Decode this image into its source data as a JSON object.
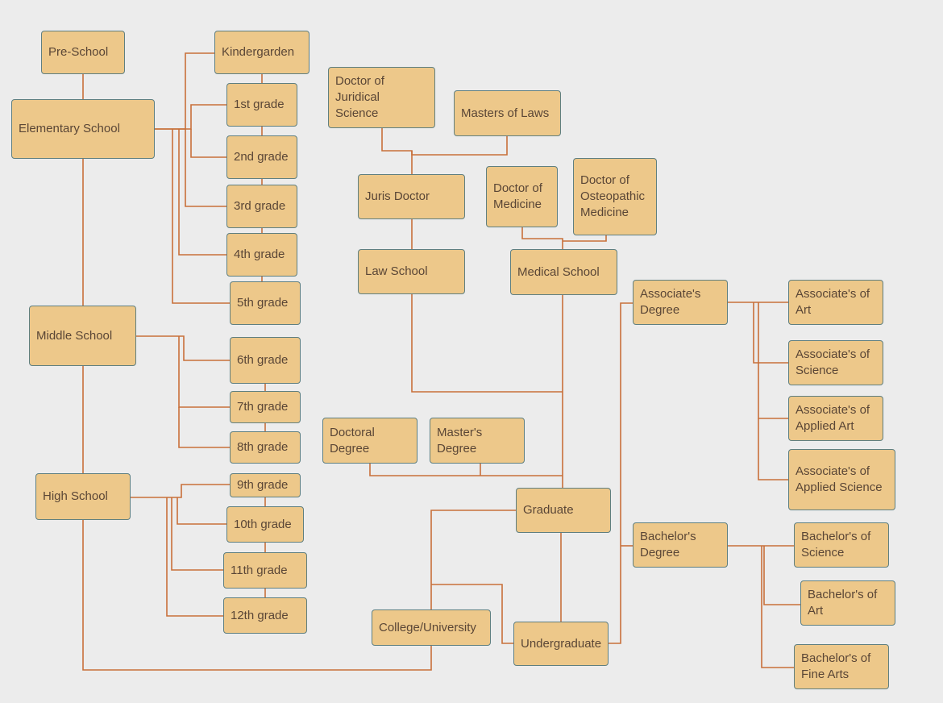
{
  "colors": {
    "background": "#ececec",
    "box_fill": "#edc88a",
    "box_border": "#5f7f80",
    "connector": "#c8703a",
    "text": "#5a4636"
  },
  "nodes": [
    {
      "id": "pre-school",
      "label": "Pre-School"
    },
    {
      "id": "kindergarden",
      "label": "Kindergarden"
    },
    {
      "id": "elementary-school",
      "label": "Elementary School"
    },
    {
      "id": "1st-grade",
      "label": "1st grade"
    },
    {
      "id": "2nd-grade",
      "label": "2nd grade"
    },
    {
      "id": "3rd-grade",
      "label": "3rd grade"
    },
    {
      "id": "4th-grade",
      "label": "4th grade"
    },
    {
      "id": "5th-grade",
      "label": "5th grade"
    },
    {
      "id": "middle-school",
      "label": "Middle School"
    },
    {
      "id": "6th-grade",
      "label": "6th grade"
    },
    {
      "id": "7th-grade",
      "label": "7th grade"
    },
    {
      "id": "8th-grade",
      "label": "8th grade"
    },
    {
      "id": "high-school",
      "label": "High School"
    },
    {
      "id": "9th-grade",
      "label": "9th grade"
    },
    {
      "id": "10th-grade",
      "label": "10th grade"
    },
    {
      "id": "11th-grade",
      "label": "11th grade"
    },
    {
      "id": "12th-grade",
      "label": "12th grade"
    },
    {
      "id": "doctor-of-juridical-science",
      "label": "Doctor of\nJuridical\nScience"
    },
    {
      "id": "masters-of-laws",
      "label": "Masters of Laws"
    },
    {
      "id": "juris-doctor",
      "label": "Juris Doctor"
    },
    {
      "id": "law-school",
      "label": "Law School"
    },
    {
      "id": "doctor-of-medicine",
      "label": "Doctor of\nMedicine"
    },
    {
      "id": "doctor-of-osteopathic-medicine",
      "label": "Doctor of\nOsteopathic\nMedicine"
    },
    {
      "id": "medical-school",
      "label": "Medical School"
    },
    {
      "id": "doctoral-degree",
      "label": "Doctoral\nDegree"
    },
    {
      "id": "masters-degree",
      "label": "Master's\nDegree"
    },
    {
      "id": "graduate",
      "label": "Graduate"
    },
    {
      "id": "college-university",
      "label": "College/University"
    },
    {
      "id": "undergraduate",
      "label": "Undergraduate"
    },
    {
      "id": "associates-degree",
      "label": "Associate's\nDegree"
    },
    {
      "id": "associates-of-art",
      "label": "Associate's  of\nArt"
    },
    {
      "id": "associates-of-science",
      "label": "Associate's of\nScience"
    },
    {
      "id": "associates-of-applied-art",
      "label": "Associate's of\nApplied Art"
    },
    {
      "id": "associates-of-applied-science",
      "label": "Associate's of\nApplied  Science"
    },
    {
      "id": "bachelors-degree",
      "label": "Bachelor's\nDegree"
    },
    {
      "id": "bachelors-of-science",
      "label": "Bachelor's of\nScience"
    },
    {
      "id": "bachelors-of-art",
      "label": "Bachelor's of\nArt"
    },
    {
      "id": "bachelors-of-fine-arts",
      "label": "Bachelor's of\nFine Arts"
    }
  ]
}
